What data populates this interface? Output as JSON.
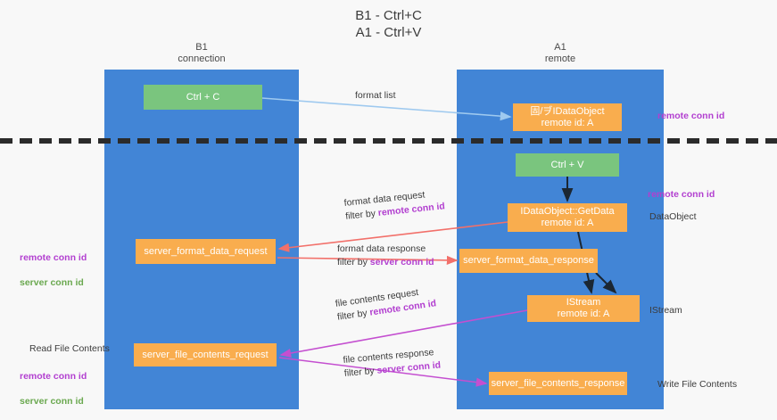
{
  "title": "B1 - Ctrl+C\nA1 - Ctrl+V",
  "lanes": [
    {
      "id": "b1",
      "label": "B1\nconnection"
    },
    {
      "id": "a1",
      "label": "A1\nremote"
    }
  ],
  "nodes": [
    {
      "id": "ctrl-c",
      "label": "Ctrl + C",
      "color": "#7ac57e",
      "lane": "b1"
    },
    {
      "id": "idataobject-remote",
      "label": "固/ヺIDataObject\nremote id: A",
      "color": "#f9ad4e",
      "lane": "a1"
    },
    {
      "id": "ctrl-v",
      "label": "Ctrl + V",
      "color": "#7ac57e",
      "lane": "a1"
    },
    {
      "id": "idataobject-getdata",
      "label": "IDataObject::GetData\nremote id: A",
      "color": "#f9ad4e",
      "lane": "a1"
    },
    {
      "id": "server-format-data-request",
      "label": "server_format_data_request",
      "color": "#f9ad4e",
      "lane": "b1"
    },
    {
      "id": "server-format-data-response",
      "label": "server_format_data_response",
      "color": "#f9ad4e",
      "lane": "a1"
    },
    {
      "id": "istream",
      "label": "IStream\nremote id: A",
      "color": "#f9ad4e",
      "lane": "a1"
    },
    {
      "id": "server-file-contents-request",
      "label": "server_file_contents_request",
      "color": "#f9ad4e",
      "lane": "b1"
    },
    {
      "id": "server-file-contents-response",
      "label": "server_file_contents_response",
      "color": "#f9ad4e",
      "lane": "a1"
    }
  ],
  "edges": [
    {
      "id": "format-list",
      "line1": "format list",
      "line2": "",
      "highlight": "",
      "color": "#9ec9ef"
    },
    {
      "id": "format-data-request",
      "line1": "format data request",
      "line2": "filter by ",
      "highlight": "remote conn id",
      "color": "#f2706a"
    },
    {
      "id": "format-data-response",
      "line1": "format data response",
      "line2": "filter by ",
      "highlight": "server conn id",
      "color": "#f2706a"
    },
    {
      "id": "file-contents-request",
      "line1": "file contents request",
      "line2": "filter by ",
      "highlight": "remote conn id",
      "color": "#c44fd0"
    },
    {
      "id": "file-contents-response",
      "line1": "file contents response",
      "line2": "filter by ",
      "highlight": "server conn id",
      "color": "#c44fd0"
    }
  ],
  "annotations": {
    "right": [
      {
        "id": "right-remote-conn-id-top",
        "text": "remote conn id",
        "color": "#b23fd0"
      },
      {
        "id": "right-remote-conn-id-mid",
        "text": "remote conn id",
        "color": "#b23fd0"
      },
      {
        "id": "right-dataobject",
        "text": "DataObject",
        "color": "#3c3c3c"
      },
      {
        "id": "right-istream",
        "text": "IStream",
        "color": "#3c3c3c"
      },
      {
        "id": "right-write-file-contents",
        "text": "Write File Contents",
        "color": "#3c3c3c"
      }
    ],
    "left": [
      {
        "id": "left-conn-ids-top",
        "remote": "remote conn id",
        "server": "server conn id"
      },
      {
        "id": "left-read-file",
        "text": "Read File Contents"
      },
      {
        "id": "left-conn-ids-bottom",
        "remote": "remote conn id",
        "server": "server conn id"
      }
    ]
  },
  "colors": {
    "lane": "#4285d6",
    "green_node": "#7ac57e",
    "orange_node": "#f9ad4e",
    "purple": "#b23fd0",
    "green_text": "#6aa84f",
    "red_arrow": "#f2706a",
    "magenta_arrow": "#c44fd0",
    "blue_arrow": "#9ec9ef",
    "background": "#f8f8f8"
  }
}
